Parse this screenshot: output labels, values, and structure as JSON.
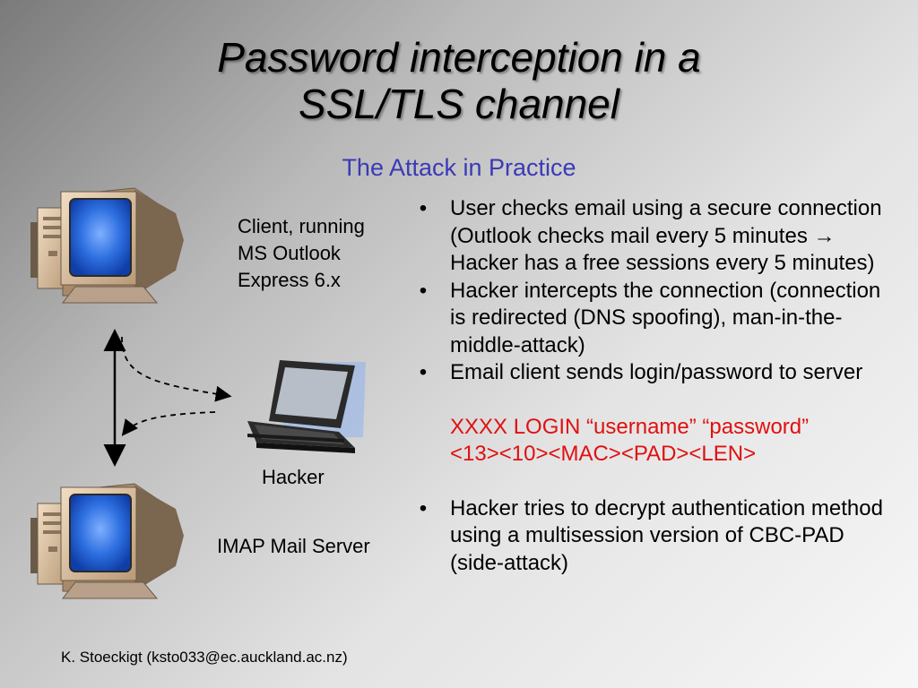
{
  "slide": {
    "title_line1": "Password interception in a",
    "title_line2": "SSL/TLS channel",
    "subtitle": "The Attack in Practice"
  },
  "diagram": {
    "client_label": [
      "Client, running",
      "MS Outlook",
      "Express 6.x"
    ],
    "hacker_label": "Hacker",
    "server_label": "IMAP Mail Server"
  },
  "bullets": [
    "User checks email using a secure connection (Outlook checks mail every 5 minutes → Hacker has a free sessions every 5 minutes)",
    "Hacker intercepts the connection (connection is redirected (DNS spoofing), man-in-the-middle-attack)",
    "Email client sends login/password to server",
    "Hacker tries to decrypt authentication method using a multisession version of CBC-PAD (side-attack)"
  ],
  "code": {
    "line1": "XXXX LOGIN “username” “password”",
    "line2": "<13><10><MAC><PAD><LEN>"
  },
  "bullet_symbol": "•",
  "footer": "K. Stoeckigt (ksto033@ec.auckland.ac.nz)",
  "colors": {
    "subtitle": "#3a3ab8",
    "code": "#e01010"
  },
  "icons": [
    "desktop-computer-icon",
    "laptop-computer-icon"
  ]
}
